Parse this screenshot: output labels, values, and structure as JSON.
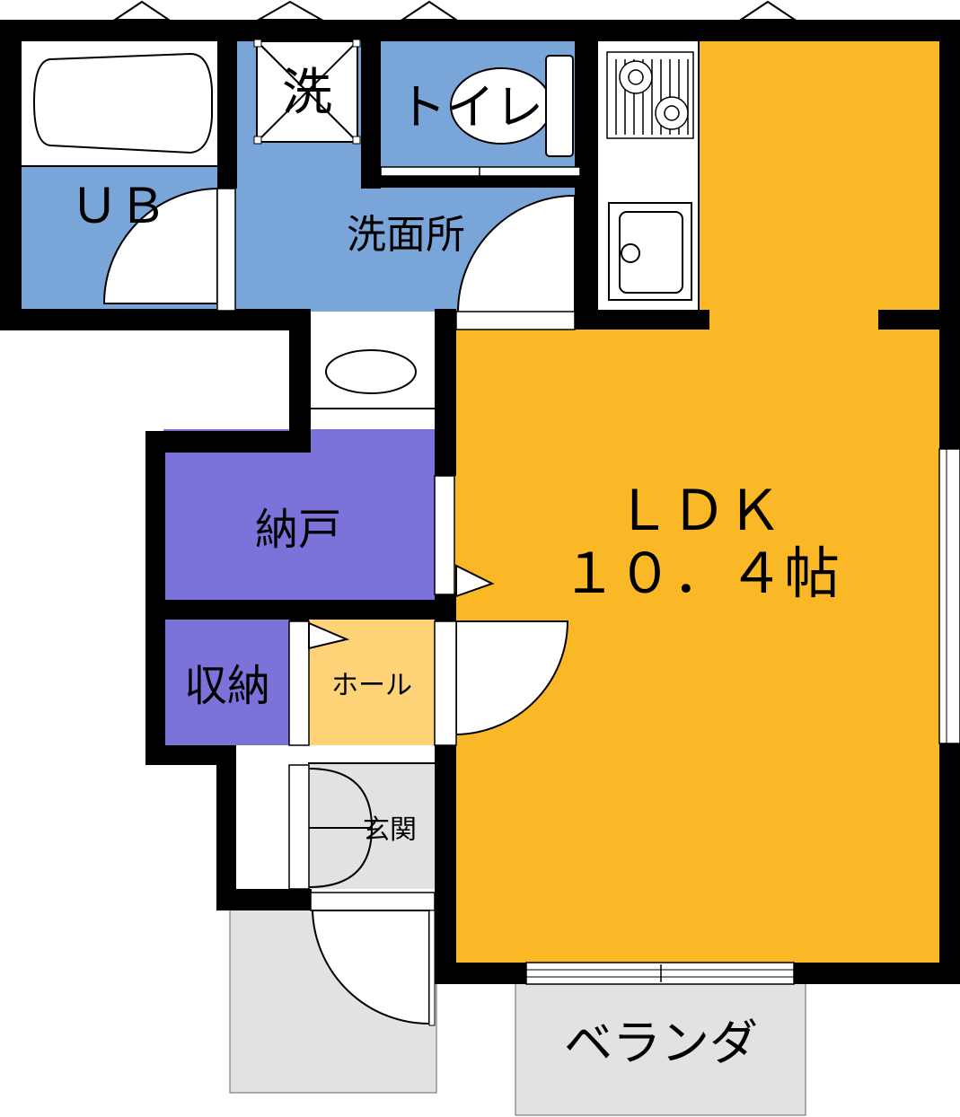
{
  "rooms": {
    "ub": "ＵＢ",
    "washer": "洗",
    "toilet": "トイレ",
    "washroom": "洗面所",
    "ldk_name": "ＬＤＫ",
    "ldk_size": "１０．４帖",
    "storage_large": "納戸",
    "storage_small": "収納",
    "hall": "ホール",
    "entrance": "玄関",
    "veranda": "ベランダ"
  },
  "colors": {
    "ldk": "#fbb826",
    "wet_area": "#7aa5d8",
    "storage": "#7b73d9",
    "hall": "#ffd479",
    "entrance": "#e2e2e2",
    "exterior": "#e2e2e2",
    "wall": "#000000"
  }
}
